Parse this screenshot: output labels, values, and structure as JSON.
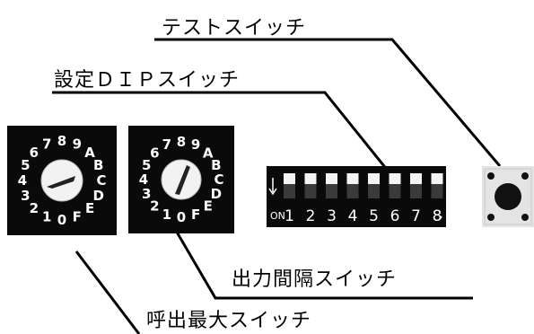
{
  "labels": {
    "test_switch": "テストスイッチ",
    "dip_switch": "設定ＤＩＰスイッチ",
    "output_interval": "出力間隔スイッチ",
    "call_max": "呼出最大スイッチ"
  },
  "dial_digits": [
    "0",
    "1",
    "2",
    "3",
    "4",
    "5",
    "6",
    "7",
    "8",
    "9",
    "A",
    "B",
    "C",
    "D",
    "E",
    "F"
  ],
  "dip": {
    "on_label": "ON",
    "numbers": [
      "1",
      "2",
      "3",
      "4",
      "5",
      "6",
      "7",
      "8"
    ]
  },
  "colors": {
    "background": "#ffffff",
    "component": "#0a0a0a",
    "line": "#000000"
  }
}
